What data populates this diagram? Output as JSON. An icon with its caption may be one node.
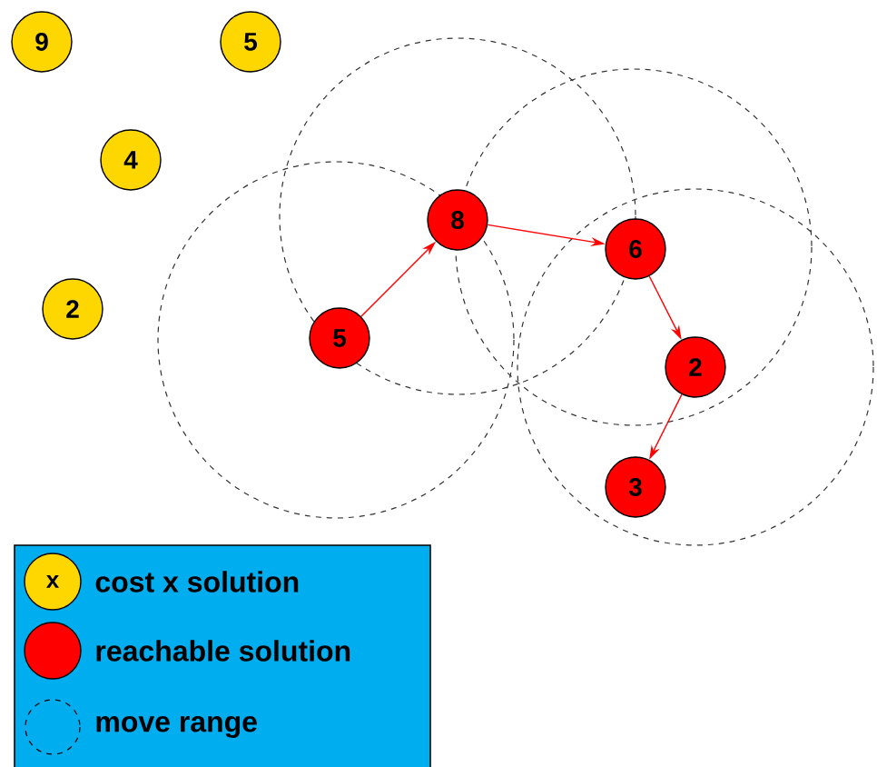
{
  "diagram": {
    "nodes": [
      {
        "text": [
          "9"
        ]
      },
      {
        "text": [
          "5"
        ]
      },
      {
        "text": [
          "4"
        ]
      },
      {
        "text": [
          "2"
        ]
      },
      {
        "text": [
          "5"
        ]
      },
      {
        "text": [
          "8"
        ]
      },
      {
        "text": [
          "6"
        ]
      },
      {
        "text": [
          "2"
        ]
      },
      {
        "text": [
          "3"
        ]
      }
    ],
    "edges": [
      {
        "from": 4,
        "to": 5,
        "arrow": "to"
      },
      {
        "from": 5,
        "to": 6,
        "arrow": "to"
      },
      {
        "from": 6,
        "to": 7,
        "arrow": "to"
      },
      {
        "from": 7,
        "to": 8,
        "arrow": "to"
      }
    ],
    "labels": [
      "x"
    ],
    "legend": [
      {
        "text": "cost x solution",
        "color": "#ffd700"
      },
      {
        "text": "reachable solution",
        "color": "#ff0000"
      },
      {
        "text": "move range"
      }
    ]
  }
}
